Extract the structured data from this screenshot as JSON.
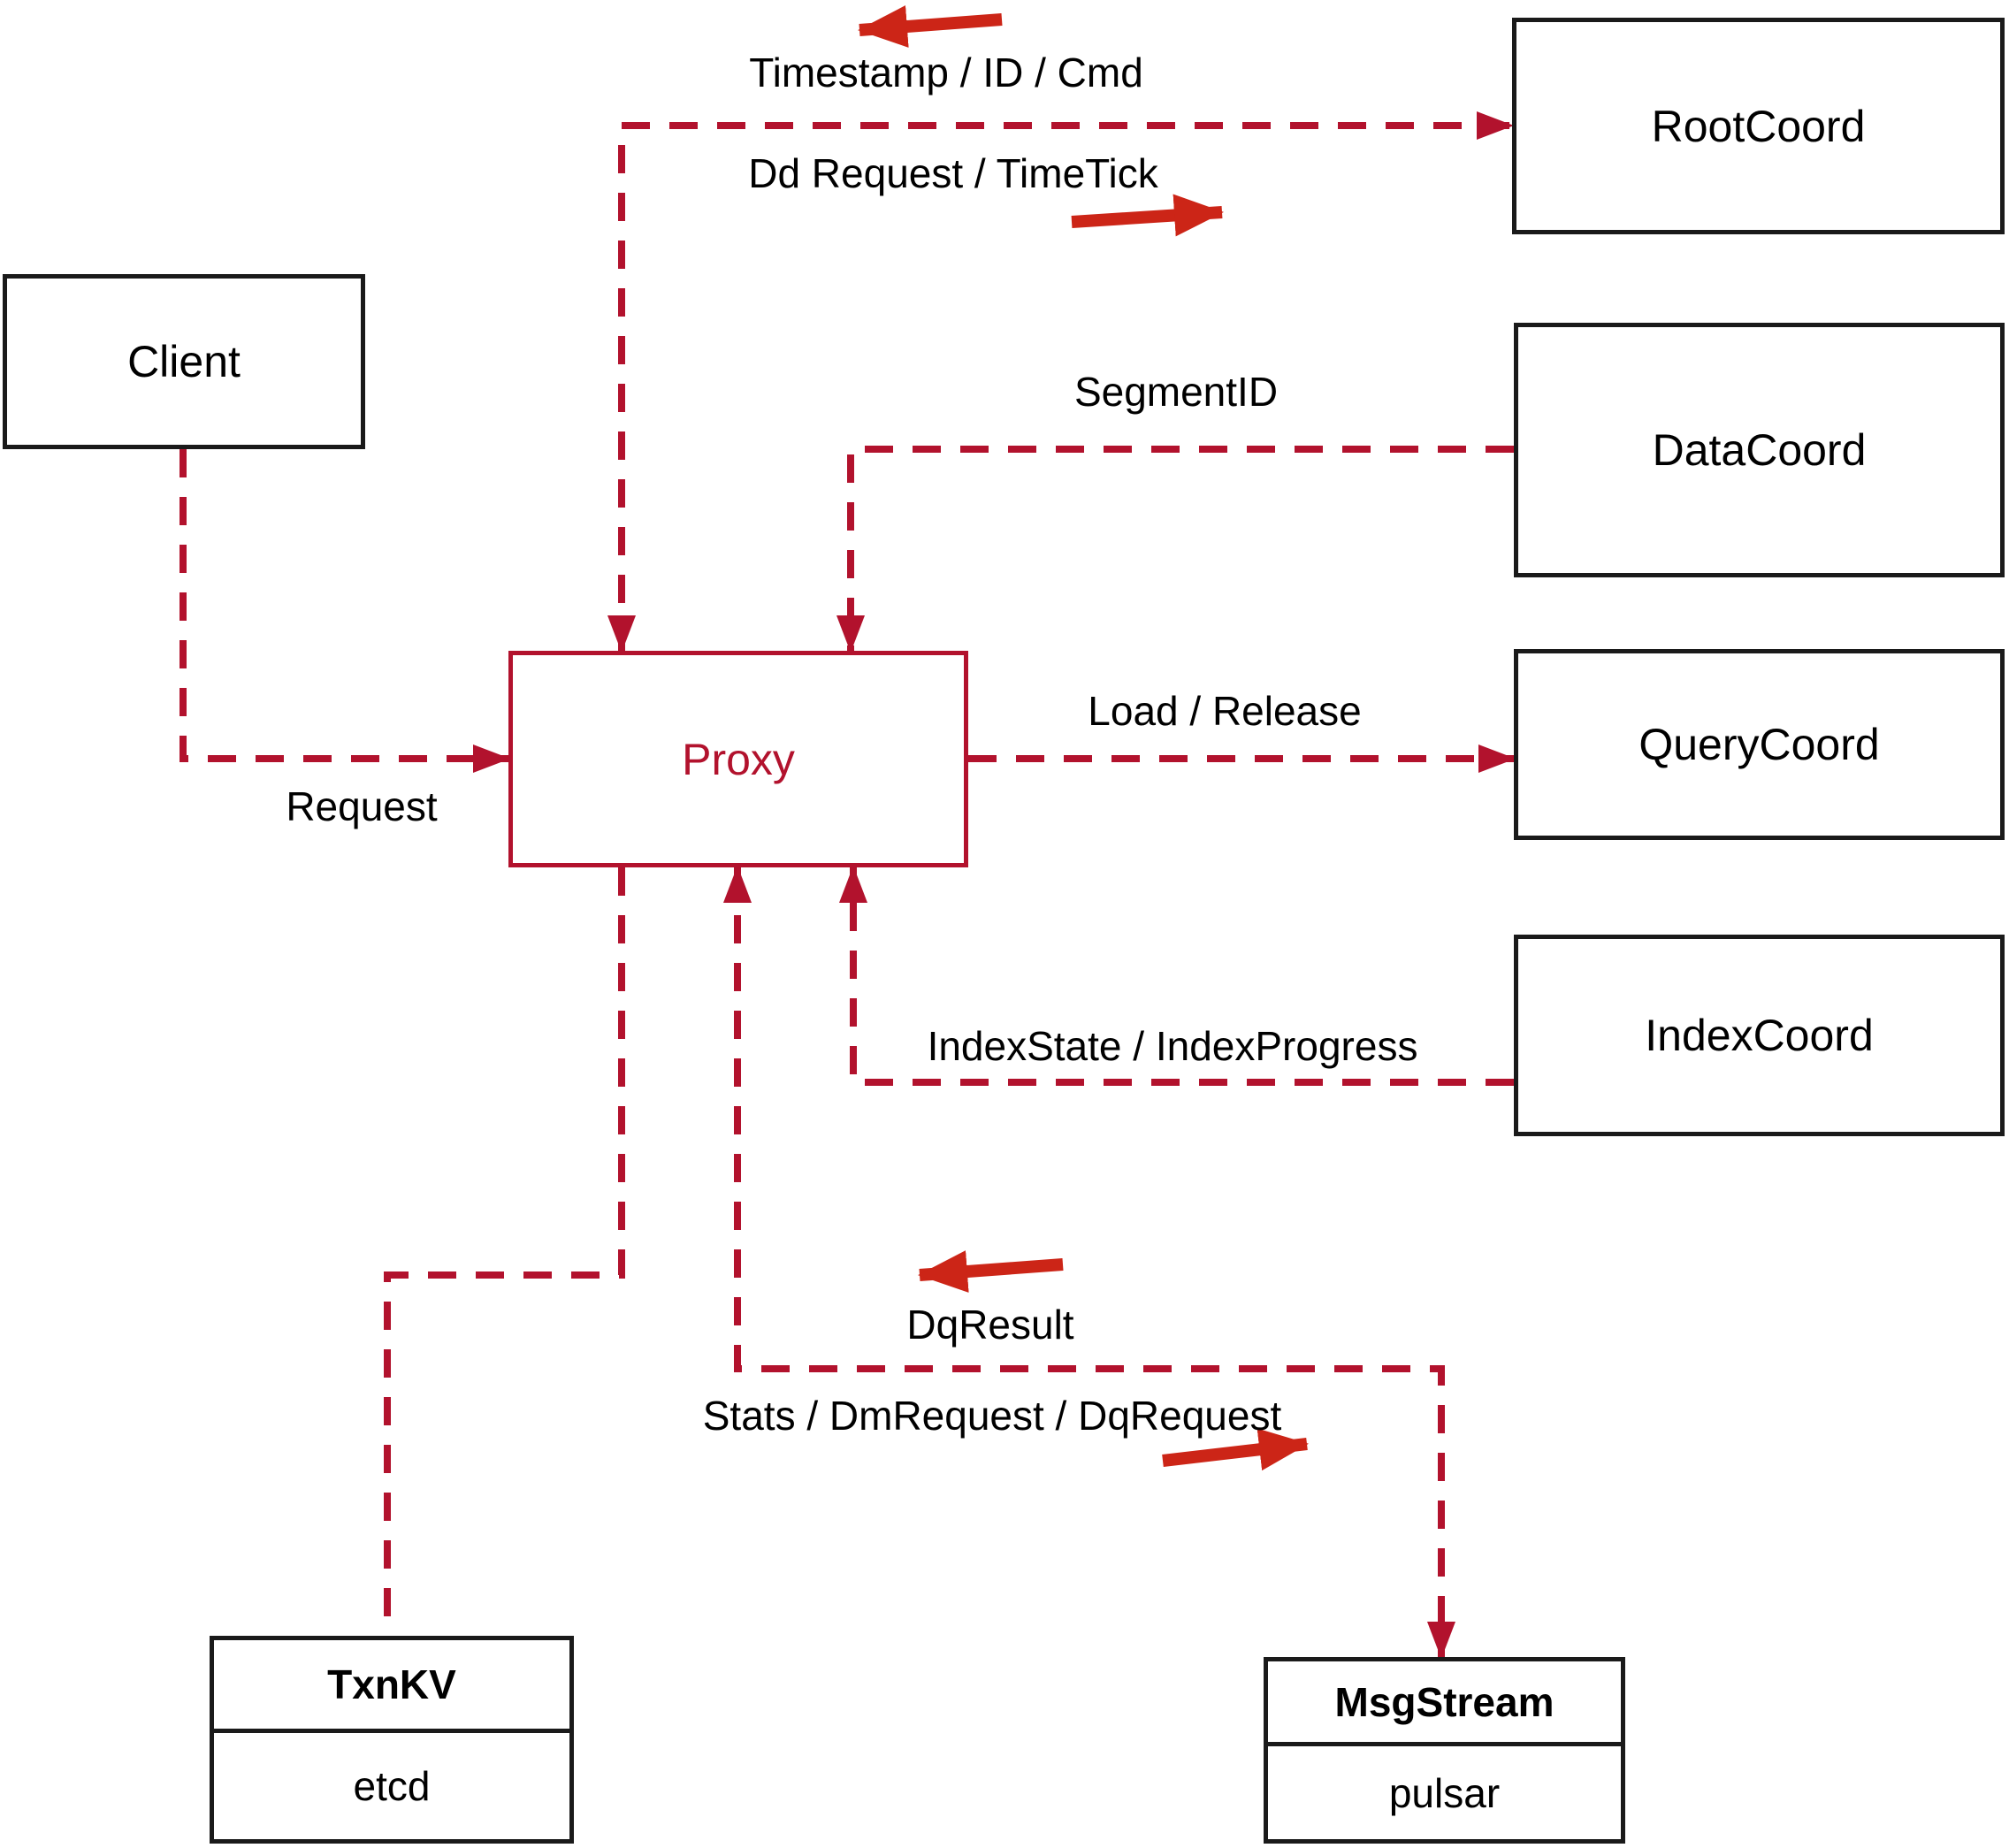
{
  "diagram": {
    "nodes": {
      "client": {
        "label": "Client"
      },
      "rootcoord": {
        "label": "RootCoord"
      },
      "datacoord": {
        "label": "DataCoord"
      },
      "querycoord": {
        "label": "QueryCoord"
      },
      "indexcoord": {
        "label": "IndexCoord"
      },
      "proxy": {
        "label": "Proxy"
      },
      "txnkv": {
        "title": "TxnKV",
        "body": "etcd"
      },
      "msgstream": {
        "title": "MsgStream",
        "body": "pulsar"
      }
    },
    "edge_labels": {
      "timestamp": "Timestamp / ID / Cmd",
      "dd_request": "Dd Request / TimeTick",
      "segment_id": "SegmentID",
      "load_release": "Load / Release",
      "index_state": "IndexState / IndexProgress",
      "dq_result": "DqResult",
      "stats": "Stats / DmRequest / DqRequest",
      "request": "Request"
    },
    "colors": {
      "dashed_line": "#b2122d",
      "bold_arrow": "#cc2517",
      "proxy_accent": "#b2122d",
      "box_border": "#1a1a1a",
      "text": "#000000",
      "background": "#ffffff"
    }
  }
}
